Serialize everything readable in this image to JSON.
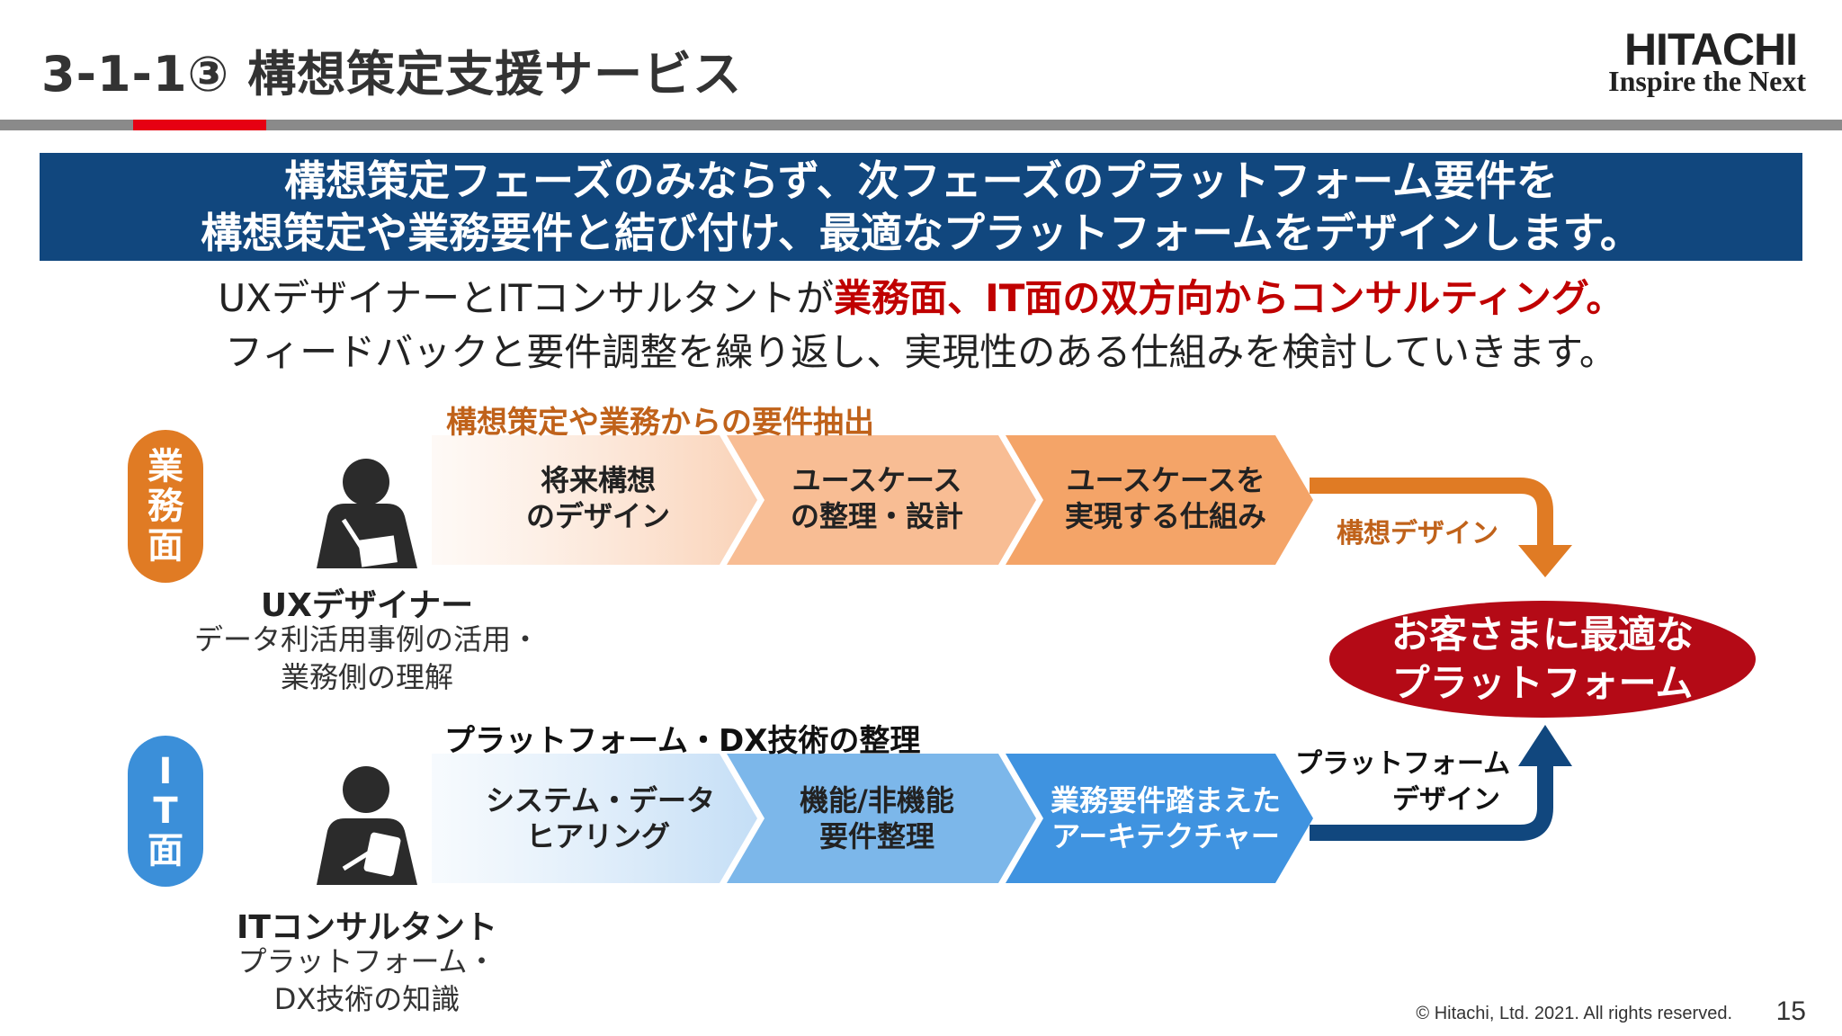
{
  "header": {
    "title": "3-1-1③ 構想策定支援サービス",
    "logo_name": "HITACHI",
    "logo_tagline": "Inspire the Next"
  },
  "banner": {
    "line1": "構想策定フェーズのみならず、次フェーズのプラットフォーム要件を",
    "line2": "構想策定や業務要件と結び付け、最適なプラットフォームをデザインします。"
  },
  "lead": {
    "line1_prefix": "UXデザイナーとITコンサルタントが",
    "line1_highlight": "業務面、IT面の双方向からコンサルティング。",
    "line2": "フィードバックと要件調整を繰り返し、実現性のある仕組みを検討していきます。"
  },
  "business_lane": {
    "pill": [
      "業",
      "務",
      "面"
    ],
    "heading": "構想策定や業務からの要件抽出",
    "person_role": "UXデザイナー",
    "person_desc": [
      "データ利活用事例の活用・",
      "業務側の理解"
    ],
    "steps": [
      [
        "将来構想",
        "のデザイン"
      ],
      [
        "ユースケース",
        "の整理・設計"
      ],
      [
        "ユースケースを",
        "実現する仕組み"
      ]
    ],
    "output_label": "構想デザイン"
  },
  "it_lane": {
    "pill": [
      "I",
      "T",
      "面"
    ],
    "heading": "プラットフォーム・DX技術の整理",
    "person_role": "ITコンサルタント",
    "person_desc": [
      "プラットフォーム・",
      "DX技術の知識"
    ],
    "steps": [
      [
        "システム・データ",
        "ヒアリング"
      ],
      [
        "機能/非機能",
        "要件整理"
      ],
      [
        "業務要件踏まえた",
        "アーキテクチャー"
      ]
    ],
    "output_label": [
      "プラットフォーム",
      "デザイン"
    ]
  },
  "goal": [
    "お客さまに最適な",
    "プラットフォーム"
  ],
  "footer": {
    "copyright": "© Hitachi, Ltd. 2021. All rights reserved.",
    "page": "15"
  },
  "colors": {
    "brand_red": "#e60012",
    "banner_blue": "#11477e",
    "highlight_red": "#c00000",
    "business_orange": "#e07b24",
    "it_blue": "#3b8fd9",
    "goal_red": "#b40a16"
  }
}
